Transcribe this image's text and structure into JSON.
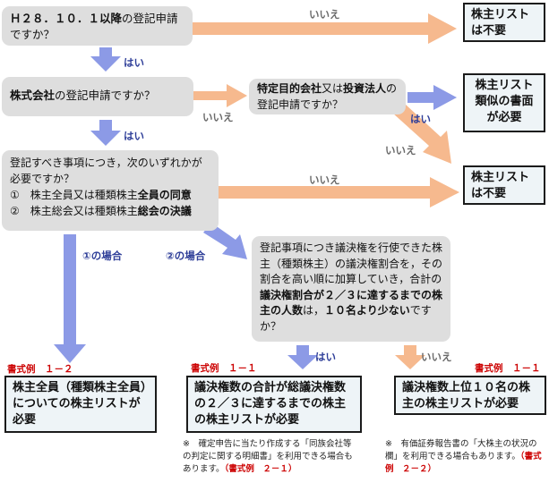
{
  "questions": {
    "q1": {
      "lead": "Ｈ２８．１０．１以降",
      "rest": "の登記申請ですか？"
    },
    "q2": {
      "lead": "株式会社",
      "rest": "の登記申請ですか？"
    },
    "q3": {
      "t1": "特定目的会社",
      "t2": "又は",
      "t3": "投資法人",
      "t4": "の登記申請ですか？"
    },
    "q4": {
      "line1": "登記すべき事項につき，次のいずれかが必要ですか？",
      "opt1_num": "①",
      "opt1_text": "株主全員又は種類株主",
      "opt1_bold": "全員の同意",
      "opt2_num": "②",
      "opt2_text": "株主総会又は種類株主",
      "opt2_bold": "総会の決議"
    },
    "q5": {
      "part1": "登記事項につき議決権を行使できた株主（種類株主）の議決権割合を，その割合を高い順に加算していき，合計の",
      "bold1": "議決権割合が２／３に達するまでの株主の人数",
      "part2": "は，",
      "bold2": "１０名より少ない",
      "part3": "ですか？"
    }
  },
  "results": {
    "r1": "株主リストは不要",
    "r2": "株主リスト類似の書面が必要",
    "r3": "株主リストは不要",
    "r4": "株主全員（種類株主全員）についての株主リストが必要",
    "r5": "議決権数の合計が総議決権数の２／３に達するまでの株主の株主リストが必要",
    "r6": "議決権数上位１０名の株主の株主リストが必要"
  },
  "labels": {
    "yes": "はい",
    "no": "いいえ",
    "case1": "①の場合",
    "case2": "②の場合"
  },
  "forms": {
    "f1": "書式例　１－２",
    "f2": "書式例　１－１",
    "f3": "書式例　１－１"
  },
  "notes": {
    "n1_text": "※　確定申告に当たり作成する「同族会社等の判定に関する明細書」を利用できる場合もあります。",
    "n1_ref": "（書式例　２－１）",
    "n2_text": "※　有価証券報告書の「大株主の状況の欄」を利用できる場合もあります。",
    "n2_ref": "（書式例　２－２）"
  },
  "colors": {
    "yes_arrow": "#8c9ae6",
    "no_arrow": "#f6b98e",
    "question_bg": "#dedede",
    "result_bg": "#eef4f7",
    "form_label": "#cc0000"
  }
}
